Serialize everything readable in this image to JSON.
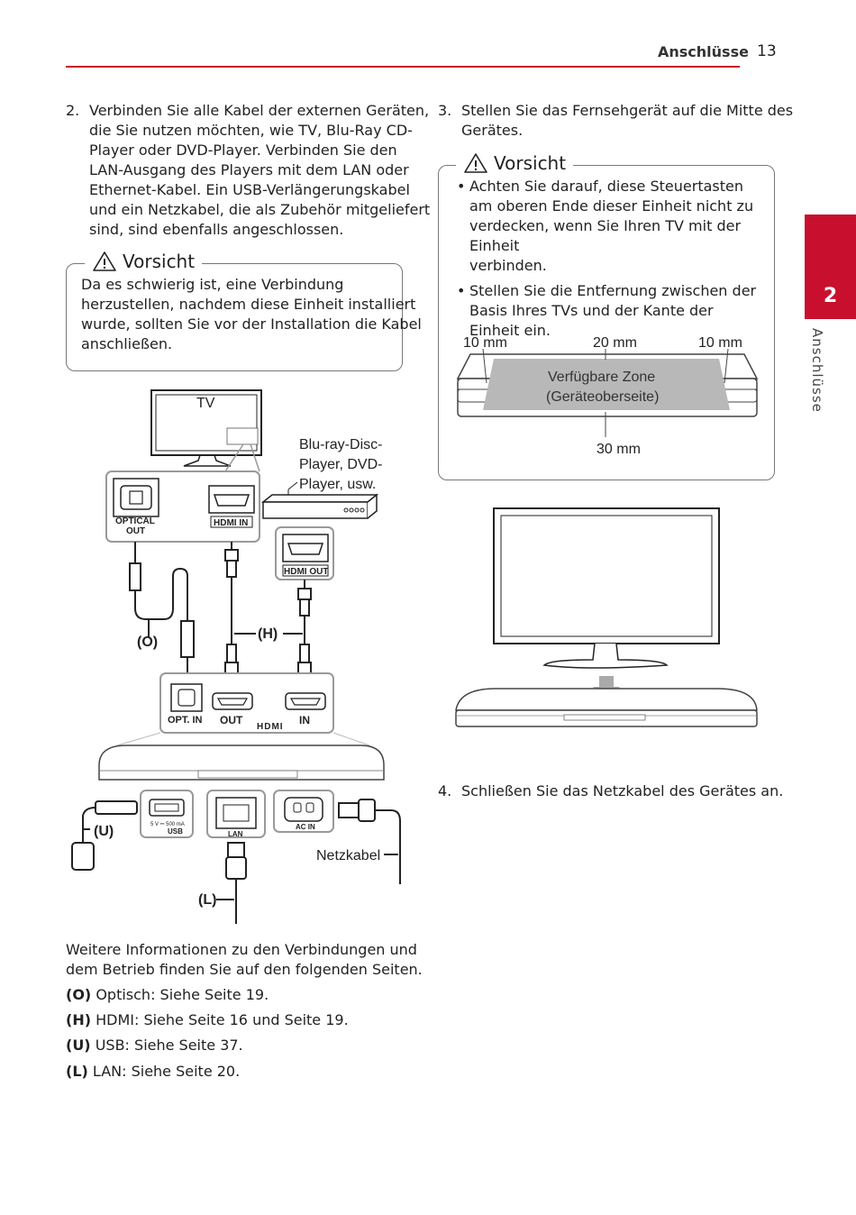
{
  "header": {
    "section": "Anschlüsse",
    "page": "13"
  },
  "side_tab": {
    "number": "2",
    "label": "Anschlüsse"
  },
  "left": {
    "step2_num": "2.",
    "step2_lines": [
      "Verbinden Sie alle Kabel der externen Geräten,",
      "die Sie nutzen möchten, wie TV, Blu-Ray CD-",
      "Player oder DVD-Player. Verbinden Sie den",
      "LAN-Ausgang des Players mit dem LAN oder",
      "Ethernet-Kabel. Ein USB-Verlängerungskabel",
      "und ein Netzkabel, die als Zubehör mitgeliefert",
      "sind, sind ebenfalls angeschlossen."
    ],
    "caution_title": "Vorsicht",
    "caution_lines": [
      "Da es schwierig ist, eine Verbindung",
      "herzustellen, nachdem diese Einheit installiert",
      "wurde, sollten Sie vor der Installation die Kabel",
      "anschließen."
    ],
    "diagram": {
      "tv": "TV",
      "player_lines": [
        "Blu-ray-Disc-",
        "Player, DVD-",
        "Player, usw."
      ],
      "optical_out_1": "OPTICAL",
      "optical_out_2": "OUT",
      "hdmi_in_tv": "HDMI IN",
      "hdmi_out_player": "HDMI OUT",
      "label_o": "(O)",
      "label_h": "(H)",
      "opt_in": "OPT. IN",
      "out": "OUT",
      "in": "IN",
      "hdmi_logo": "HDMI",
      "usb_spec": "5 V ⎓ 500 mA",
      "usb": "USB",
      "lan": "LAN",
      "ac_in": "AC IN",
      "label_u": "(U)",
      "label_l": "(L)",
      "netzkabel": "Netzkabel"
    },
    "more_info_lines": [
      "Weitere Informationen zu den Verbindungen und",
      "dem Betrieb finden Sie auf den folgenden Seiten."
    ],
    "refs": [
      {
        "key": "(O)",
        "text": " Optisch: Siehe Seite 19."
      },
      {
        "key": "(H)",
        "text": " HDMI: Siehe Seite 16 und Seite 19."
      },
      {
        "key": "(U)",
        "text": " USB: Siehe Seite 37."
      },
      {
        "key": "(L)",
        "text": " LAN: Siehe Seite 20."
      }
    ]
  },
  "right": {
    "step3_num": "3.",
    "step3_lines": [
      "Stellen Sie das Fernsehgerät auf die Mitte des",
      "Gerätes."
    ],
    "caution_title": "Vorsicht",
    "bullets": [
      [
        "Achten Sie darauf, diese Steuertasten",
        "am oberen Ende dieser Einheit nicht zu",
        "verdecken, wenn Sie Ihren TV mit der Einheit",
        "verbinden."
      ],
      [
        "Stellen Sie die Entfernung zwischen der",
        "Basis Ihres TVs und der Kante der Einheit ein."
      ]
    ],
    "dim_left": "10 mm",
    "dim_mid": "20 mm",
    "dim_right": "10 mm",
    "zone_1": "Verfügbare Zone",
    "zone_2": "(Geräteoberseite)",
    "dim_bottom": "30 mm",
    "step4_num": "4.",
    "step4": "Schließen Sie das Netzkabel des Gerätes an."
  },
  "colors": {
    "accent": "#c8102e",
    "zone": "#b8b8b8"
  }
}
